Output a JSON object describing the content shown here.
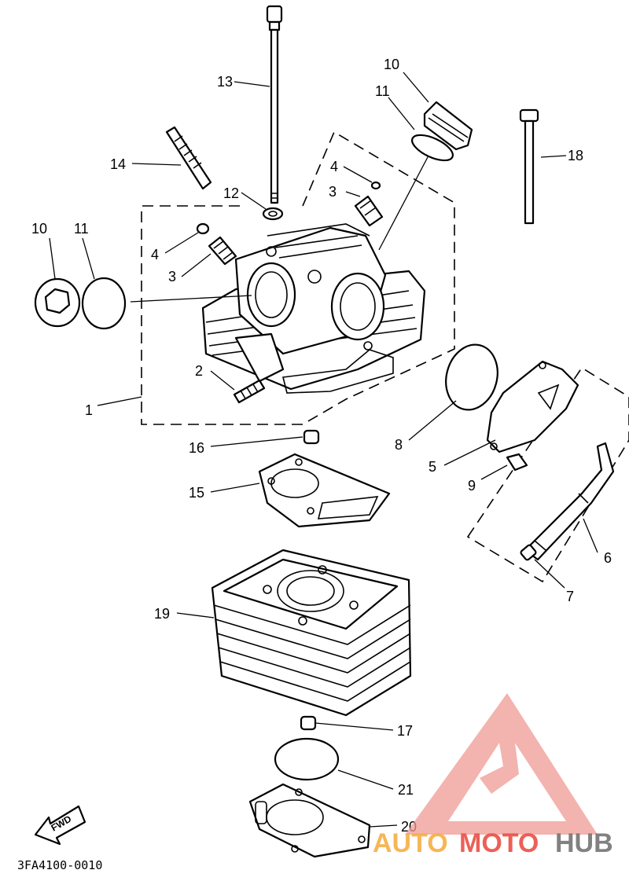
{
  "diagram": {
    "code": "3FA4100-0010",
    "fwd": "FWD",
    "callouts": {
      "p1": "1",
      "p2": "2",
      "p3a": "3",
      "p3b": "3",
      "p4a": "4",
      "p4b": "4",
      "p5": "5",
      "p6": "6",
      "p7": "7",
      "p8": "8",
      "p9": "9",
      "p10a": "10",
      "p10b": "10",
      "p11a": "11",
      "p11b": "11",
      "p12": "12",
      "p13": "13",
      "p14": "14",
      "p15": "15",
      "p16": "16",
      "p17": "17",
      "p18": "18",
      "p19": "19",
      "p20": "20",
      "p21": "21"
    }
  },
  "watermark": {
    "auto": "AUTO",
    "moto": "MOTO",
    "hub": "HUB",
    "colors": {
      "red": "#e8443a",
      "orange": "#f4a93a",
      "gray": "#6b6b6b"
    }
  }
}
